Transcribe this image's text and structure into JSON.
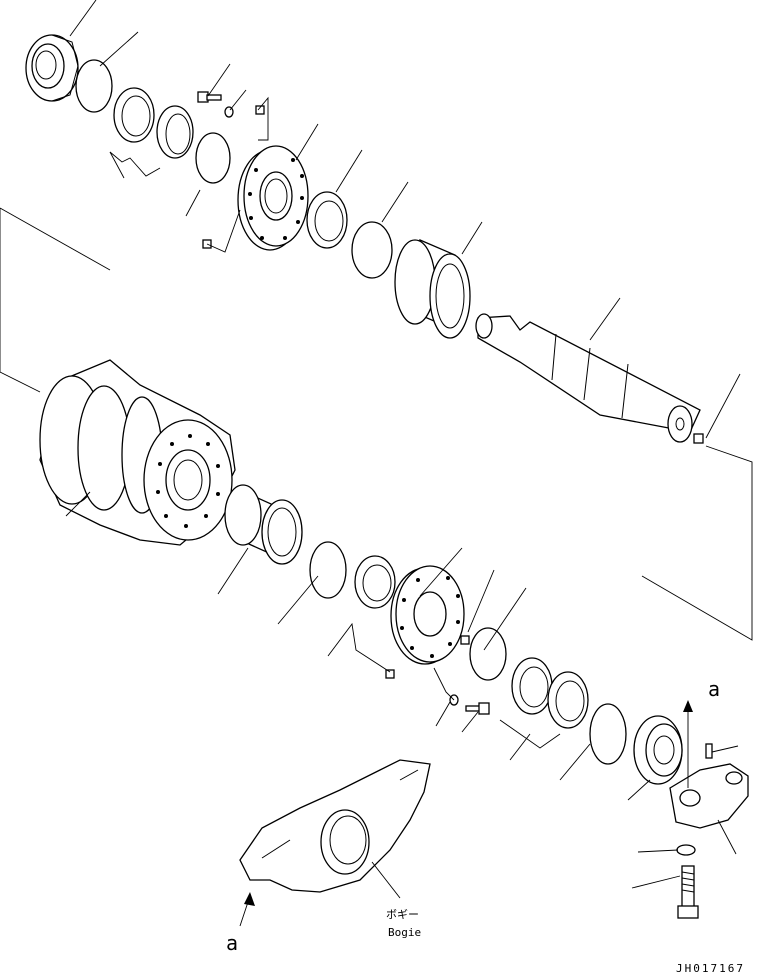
{
  "labels": {
    "bogie_jp": "ボギー",
    "bogie_en": "Bogie",
    "ref_a_left": "a",
    "ref_a_right": "a",
    "drawing_code": "JH017167"
  },
  "colors": {
    "line": "#000000",
    "background": "#ffffff"
  }
}
